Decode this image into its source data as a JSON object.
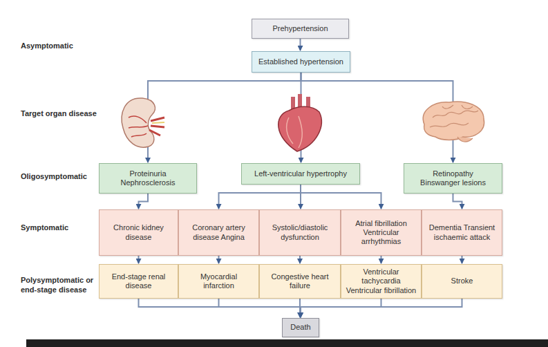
{
  "diagram": {
    "nodes": [
      {
        "text": [
          "Prehypertension"
        ]
      },
      {
        "text": [
          "Established hypertension"
        ]
      },
      {
        "text": [
          "Proteinuria Nephrosclerosis"
        ]
      },
      {
        "text": [
          "Left-ventricular hypertrophy"
        ]
      },
      {
        "text": [
          "Retinopathy Binswanger lesions"
        ]
      },
      {
        "text": [
          "Chronic kidney disease"
        ]
      },
      {
        "text": [
          "Coronary artery disease Angina"
        ]
      },
      {
        "text": [
          "Systolic/diastolic dysfunction"
        ]
      },
      {
        "text": [
          "Atrial fibrillation Ventricular arrhythmias"
        ]
      },
      {
        "text": [
          "Dementia Transient ischaemic attack"
        ]
      },
      {
        "text": [
          "End-stage renal disease"
        ]
      },
      {
        "text": [
          "Myocardial infarction"
        ]
      },
      {
        "text": [
          "Congestive heart failure"
        ]
      },
      {
        "text": [
          "Ventricular tachycardia Ventricular fibrillation"
        ]
      },
      {
        "text": [
          "Stroke"
        ]
      },
      {
        "text": [
          "Death"
        ]
      }
    ],
    "edges": [
      {
        "from": 0,
        "to": 1,
        "arrow": "to"
      },
      {
        "from": 1,
        "to": 2,
        "arrow": "to"
      },
      {
        "from": 1,
        "to": 3,
        "arrow": "to"
      },
      {
        "from": 1,
        "to": 4,
        "arrow": "to"
      },
      {
        "from": 2,
        "to": 5,
        "arrow": "to"
      },
      {
        "from": 3,
        "to": 6,
        "arrow": "to"
      },
      {
        "from": 3,
        "to": 7,
        "arrow": "to"
      },
      {
        "from": 3,
        "to": 8,
        "arrow": "to"
      },
      {
        "from": 4,
        "to": 9,
        "arrow": "to"
      },
      {
        "from": 5,
        "to": 10,
        "arrow": "to"
      },
      {
        "from": 6,
        "to": 11,
        "arrow": "to"
      },
      {
        "from": 7,
        "to": 12,
        "arrow": "to"
      },
      {
        "from": 8,
        "to": 13,
        "arrow": "to"
      },
      {
        "from": 9,
        "to": 14,
        "arrow": "to"
      },
      {
        "from": 10,
        "to": 15,
        "arrow": "to"
      },
      {
        "from": 11,
        "to": 15,
        "arrow": "to"
      },
      {
        "from": 12,
        "to": 15,
        "arrow": "to"
      },
      {
        "from": 13,
        "to": 15,
        "arrow": "to"
      },
      {
        "from": 14,
        "to": 15,
        "arrow": "to"
      }
    ],
    "labels": [
      "Asymptomatic",
      "Target organ disease",
      "Oligosymptomatic",
      "Symptomatic",
      "Polysymptomatic or end-stage disease"
    ]
  }
}
